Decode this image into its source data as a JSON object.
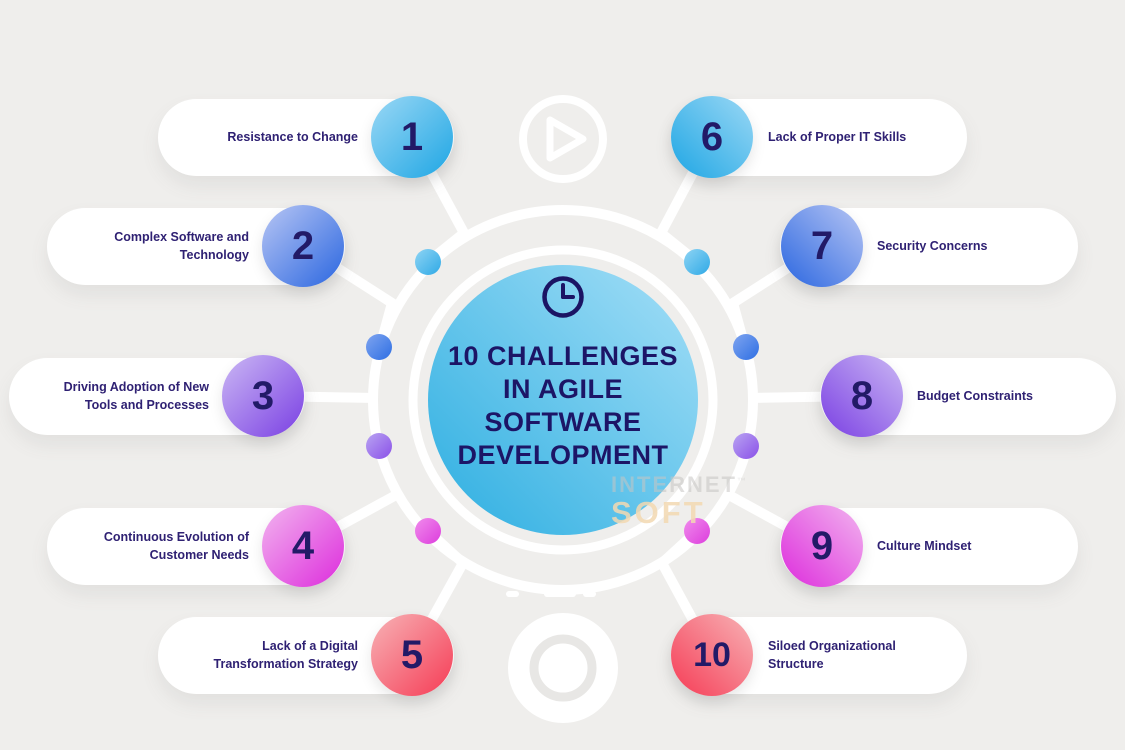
{
  "title": {
    "lines": [
      "10 CHALLENGES",
      "IN AGILE",
      "SOFTWARE",
      "DEVELOPMENT"
    ],
    "color": "#1c1566"
  },
  "watermark": {
    "line1": "INTERNET",
    "tm": "™",
    "line2": "SOFT"
  },
  "items": [
    {
      "number": "1",
      "label": "Resistance to Change",
      "side": "left",
      "circle_from": "#9bd8f5",
      "circle_to": "#1ea6e4"
    },
    {
      "number": "2",
      "label": "Complex Software and Technology",
      "side": "left",
      "circle_from": "#b8c6f4",
      "circle_to": "#2a66e0"
    },
    {
      "number": "3",
      "label": "Driving Adoption of New Tools and Processes",
      "side": "left",
      "circle_from": "#cbb8f4",
      "circle_to": "#7a3fe3"
    },
    {
      "number": "4",
      "label": "Continuous Evolution of Customer Needs",
      "side": "left",
      "circle_from": "#f2b5ef",
      "circle_to": "#dd2cdc"
    },
    {
      "number": "5",
      "label": "Lack of a Digital Transformation Strategy",
      "side": "left",
      "circle_from": "#f7b3b6",
      "circle_to": "#f63b55"
    },
    {
      "number": "6",
      "label": "Lack of Proper IT Skills",
      "side": "right",
      "circle_from": "#9bd8f5",
      "circle_to": "#1ea6e4"
    },
    {
      "number": "7",
      "label": "Security Concerns",
      "side": "right",
      "circle_from": "#b8c6f4",
      "circle_to": "#2a66e0"
    },
    {
      "number": "8",
      "label": "Budget Constraints",
      "side": "right",
      "circle_from": "#cbb8f4",
      "circle_to": "#7a3fe3"
    },
    {
      "number": "9",
      "label": "Culture Mindset",
      "side": "right",
      "circle_from": "#f2b5ef",
      "circle_to": "#dd2cdc"
    },
    {
      "number": "10",
      "label": "Siloed Organizational Structure",
      "side": "right",
      "circle_from": "#f7b3b6",
      "circle_to": "#f63b55"
    }
  ],
  "decorations": {
    "background_color": "#efeeec",
    "center_circle_gradient": [
      "#a5dff7",
      "#2caee1"
    ],
    "ring_color": "#ffffff",
    "text_navy": "#2f2173",
    "node_dots": [
      {
        "name": "light-blue",
        "from": "#8ed4f4",
        "to": "#2fa9e6"
      },
      {
        "name": "blue",
        "from": "#7fa4f0",
        "to": "#2e6fe3"
      },
      {
        "name": "purple",
        "from": "#b9a4f2",
        "to": "#8a50e8"
      },
      {
        "name": "magenta",
        "from": "#f08bec",
        "to": "#dd3ddd"
      }
    ],
    "icons": [
      "clock-icon",
      "play-icon"
    ]
  }
}
